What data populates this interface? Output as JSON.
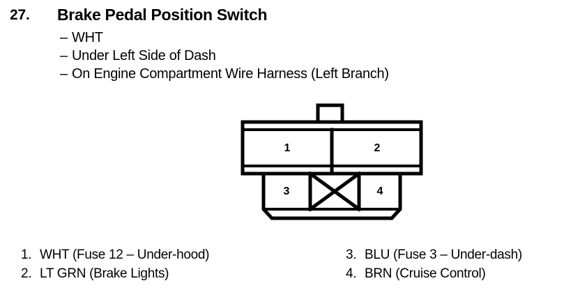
{
  "header": {
    "number": "27.",
    "title": "Brake Pedal Position Switch",
    "details": [
      {
        "marker": "–",
        "text": "WHT"
      },
      {
        "marker": "–",
        "text": "Under Left Side of Dash"
      },
      {
        "marker": "–",
        "text": "On Engine Compartment Wire Harness (Left Branch)"
      }
    ]
  },
  "connector": {
    "pins": [
      {
        "id": "1",
        "label": "1"
      },
      {
        "id": "2",
        "label": "2"
      },
      {
        "id": "3",
        "label": "3"
      },
      {
        "id": "4",
        "label": "4"
      }
    ],
    "blank_cavity": "X"
  },
  "legend": {
    "left": [
      {
        "index": "1.",
        "text": "WHT (Fuse 12 – Under-hood)"
      },
      {
        "index": "2.",
        "text": "LT GRN (Brake Lights)"
      }
    ],
    "right": [
      {
        "index": "3.",
        "text": "BLU (Fuse 3 – Under-dash)"
      },
      {
        "index": "4.",
        "text": "BRN (Cruise Control)"
      }
    ]
  },
  "colors": {
    "background": "#ffffff",
    "ink": "#000000"
  }
}
